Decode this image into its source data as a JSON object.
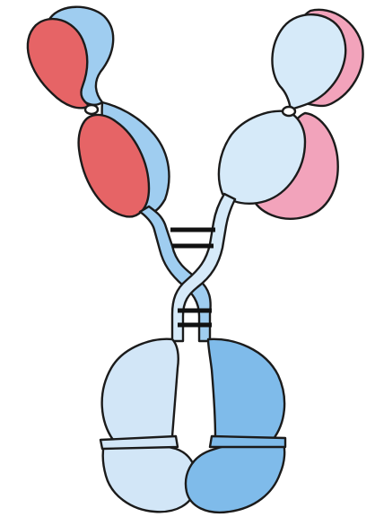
{
  "diagram": {
    "subject": "antibody-structure",
    "colors": {
      "light_chain_left": "#e66466",
      "light_chain_right": "#f2a3bb",
      "heavy_chain_left": "#9fcdf0",
      "heavy_chain_right": "#d6eaf9",
      "fc_dark": "#7fbbea",
      "fc_light": "#d2e6f7",
      "outline": "#1b1b1b",
      "disulfide_bond": "#111111"
    },
    "disulfide_bonds": {
      "upper_count": 2,
      "lower_count": 2
    }
  }
}
